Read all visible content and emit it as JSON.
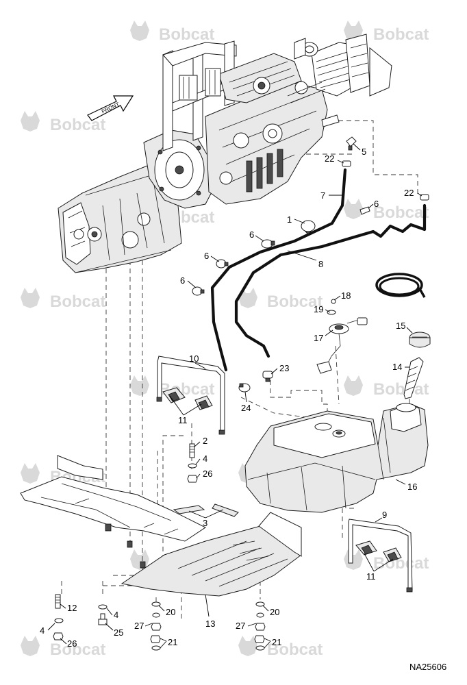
{
  "diagram": {
    "watermark_text": "Bobcat",
    "front_arrow_label": "FRONT",
    "document_code": "NA25606",
    "callouts": {
      "c1": "1",
      "c2": "2",
      "c3": "3",
      "c4a": "4",
      "c4b": "4",
      "c4c": "4",
      "c5": "5",
      "c6a": "6",
      "c6b": "6",
      "c6c": "6",
      "c6d": "6",
      "c7": "7",
      "c8": "8",
      "c9": "9",
      "c10": "10",
      "c11a": "11",
      "c11b": "11",
      "c12": "12",
      "c13": "13",
      "c14": "14",
      "c15": "15",
      "c16": "16",
      "c17": "17",
      "c18": "18",
      "c19": "19",
      "c20a": "20",
      "c20b": "20",
      "c21a": "21",
      "c21b": "21",
      "c22a": "22",
      "c22b": "22",
      "c23": "23",
      "c24": "24",
      "c25": "25",
      "c26a": "26",
      "c26b": "26",
      "c27a": "27",
      "c27b": "27"
    }
  }
}
